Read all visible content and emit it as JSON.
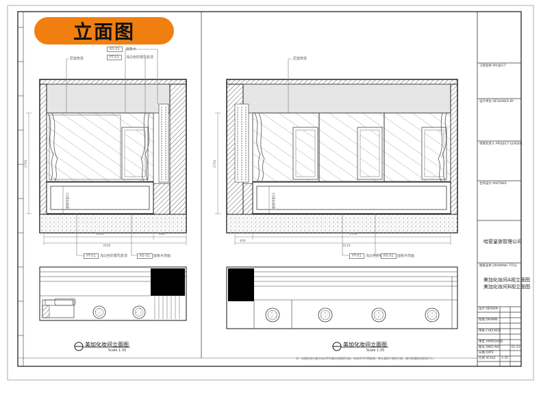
{
  "badge": {
    "title": "立面图",
    "color": "#f07f10"
  },
  "elevation_left": {
    "callout_tag_top_1": "RS-01",
    "callout_text_top_1": "面板木",
    "callout_tag_top_2": "PT-01",
    "callout_text_top_2": "浅白色防霉乳胶漆",
    "callout_ceiling": "原建筑梁",
    "callout_side": "面板饰面12",
    "dim_width_1": "1005",
    "dim_width_2": "400",
    "dim_total": "3500",
    "dim_height": "2700",
    "callout_tag_bottom_1": "PT-01",
    "callout_text_bottom_1": "浅白色防霉乳胶漆",
    "callout_tag_bottom_2": "RS-01",
    "callout_text_bottom_2": "面板木饰面"
  },
  "elevation_right": {
    "callout_ceiling": "原建筑梁",
    "callout_side": "面板饰面12",
    "dim_width_1": "400",
    "dim_width_2": "1700",
    "dim_total": "3210",
    "dim_height": "2700",
    "callout_tag_bottom_1": "PT-01",
    "callout_text_bottom_1": "浅白色防霉乳胶漆",
    "callout_tag_bottom_2": "RS-01",
    "callout_text_bottom_2": "面板木饰面"
  },
  "view_left": {
    "title": "美加化妆间立面图",
    "scale": "Scale 1:35"
  },
  "view_right": {
    "title": "美加化妆间立面图",
    "scale": "Scale 1:35"
  },
  "footer_note": "注：本图纸设计施工均以甲方确认的图纸为准，未经许可不得复制、转让或用于其他工程，施工前请核对现场尺寸。",
  "title_block": {
    "f1": "工程名称 PROJECT",
    "f2": "设计单位 DESIGNED BY",
    "f3": "项目负责人 PROJECT LEADER",
    "f4": "合作设计 PARTNER",
    "f5": "图纸名称 DRAWING TITLE",
    "company": "哈密皇族管理公司",
    "drawing_title_1": "美加化妆间A视立面图",
    "drawing_title_2": "美加化妆间B视立面图",
    "r1": "设计 DESIGN",
    "r2": "绘图 DRAWN",
    "r3": "审核 CHECKED",
    "r4": "审定 APPROVED",
    "r5": "图号 DWG NO.",
    "r6": "日期 DATE",
    "r7": "比例 SCALE",
    "sheet_no": "EL-13",
    "scale": "1:35"
  }
}
